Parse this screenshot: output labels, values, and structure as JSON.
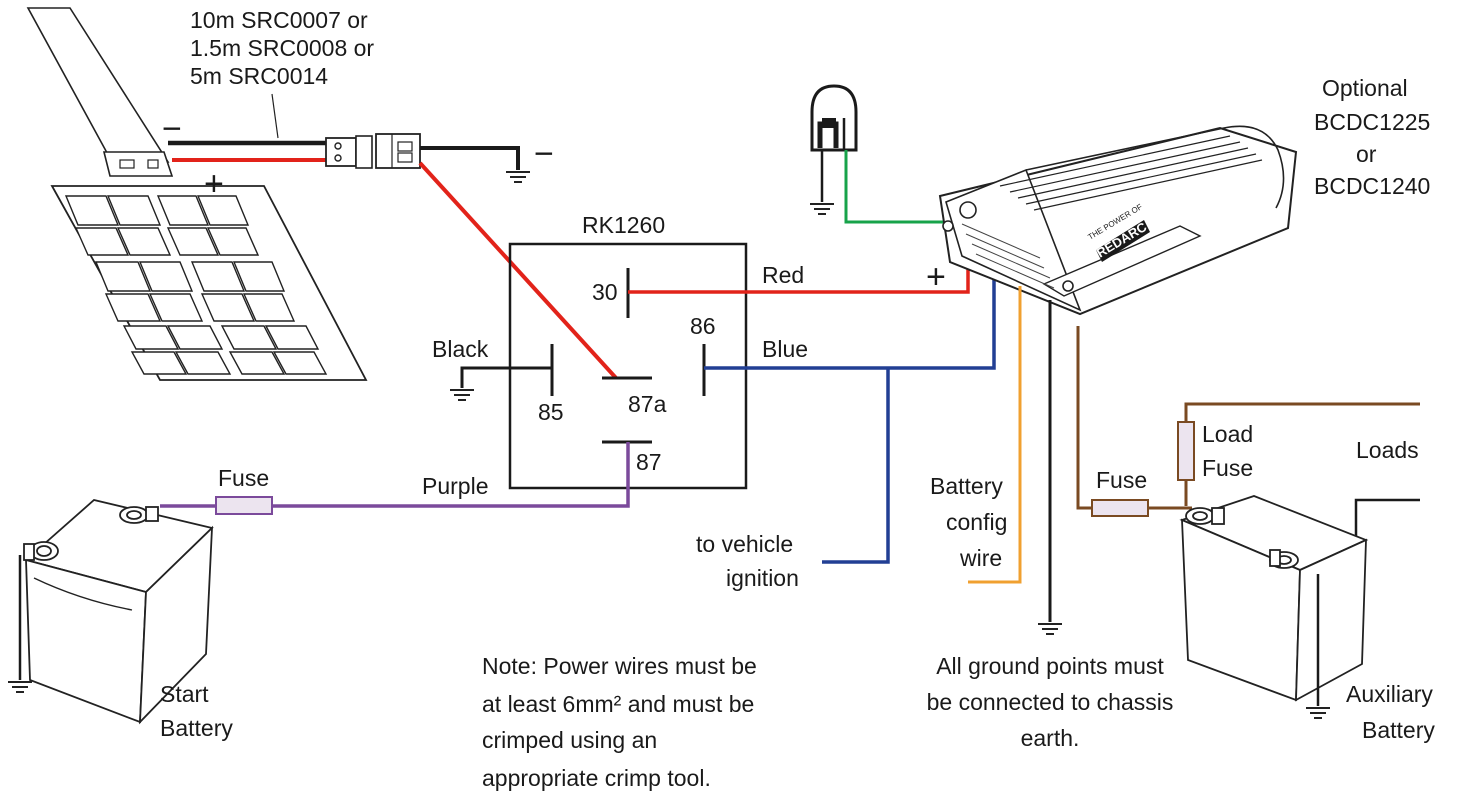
{
  "colors": {
    "red_wire": "#e2231a",
    "black_wire": "#1a1a1a",
    "blue_wire": "#223f94",
    "purple_wire": "#7b4a9b",
    "green_wire": "#17a34a",
    "orange_wire": "#f0a030",
    "brown_wire": "#7a4a22",
    "fuse_fill": "#ece4ef"
  },
  "solar": {
    "cable_label_lines": [
      "10m SRC0007 or",
      "1.5m SRC0008 or",
      "5m SRC0014"
    ],
    "minus_sign": "−",
    "plus_sign": "+",
    "ground_minus": "−"
  },
  "relay": {
    "title": "RK1260",
    "pin_30": "30",
    "pin_85": "85",
    "pin_86": "86",
    "pin_87a": "87a",
    "pin_87": "87"
  },
  "wires": {
    "red": "Red",
    "blue": "Blue",
    "black": "Black",
    "purple": "Purple"
  },
  "charger": {
    "optional_lines": [
      "Optional",
      "BCDC1225",
      "or",
      "BCDC1240"
    ],
    "plus_sign": "+",
    "brand": "REDARC",
    "tagline": "THE POWER OF"
  },
  "labels": {
    "fuse_left": "Fuse",
    "fuse_right": "Fuse",
    "load_fuse_lines": [
      "Load",
      "Fuse"
    ],
    "loads": "Loads",
    "battery_config_lines": [
      "Battery",
      "config",
      "wire"
    ],
    "ignition_lines": [
      "to vehicle",
      "ignition"
    ],
    "start_battery_lines": [
      "Start",
      "Battery"
    ],
    "aux_battery_lines": [
      "Auxiliary",
      "Battery"
    ],
    "note_lines": [
      "Note: Power wires must be",
      "at least 6mm² and must be",
      "crimped using an",
      "appropriate crimp tool."
    ],
    "ground_note_lines": [
      "All ground points must",
      "be connected to chassis",
      "earth."
    ]
  }
}
